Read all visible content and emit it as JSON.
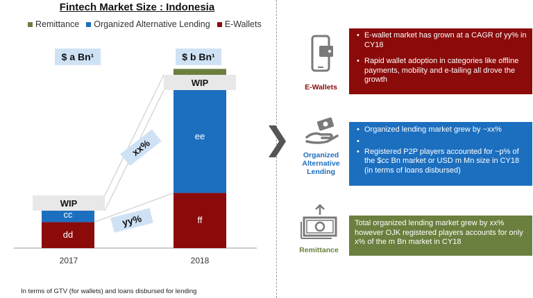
{
  "title": "Fintech Market Size : Indonesia",
  "colors": {
    "remittance": "#6b7f3e",
    "lending": "#1c6fbf",
    "ewallets": "#8b0a0a",
    "wip_box": "#e8e8e8",
    "size_box": "#cfe2f5",
    "remit_card": "#6b7f3e"
  },
  "chart_data": {
    "type": "bar",
    "stacked": true,
    "categories": [
      "2017",
      "2018"
    ],
    "series": [
      {
        "name": "E-Wallets",
        "values": [
          32,
          68
        ]
      },
      {
        "name": "Organized Alternative Lending",
        "values": [
          18,
          140
        ]
      },
      {
        "name": "Remittance",
        "values": [
          5,
          13
        ]
      }
    ],
    "segment_labels": {
      "2017": {
        "E-Wallets": "dd",
        "Organized Alternative Lending": "cc"
      },
      "2018": {
        "E-Wallets": "ff",
        "Organized Alternative Lending": "ee"
      }
    },
    "totals": [
      "$ a Bn¹",
      "$ b Bn¹"
    ],
    "callouts": [
      "WIP",
      "WIP"
    ],
    "growth_labels": [
      "xx%",
      "yy%"
    ],
    "legend": [
      "Remittance",
      "Organized Alternative Lending",
      "E-Wallets"
    ],
    "legend_position": "top",
    "grid": false
  },
  "footnote": "In terms of GTV (for wallets) and loans disbursed for lending",
  "panels": [
    {
      "label": "E-Wallets",
      "icon": "wallet-phone-icon",
      "bullets": [
        "E-wallet market has grown at a CAGR of yy% in CY18",
        "Rapid wallet adoption in categories like offline payments, mobility and e-tailing all drove the growth"
      ]
    },
    {
      "label": "Organized Alternative Lending",
      "icon": "hand-money-icon",
      "bullets": [
        "Organized lending market grew by ~xx%",
        "",
        "Registered P2P players accounted for ~p% of the $cc Bn market or USD m Mn size in CY18  (in terms of loans disbursed)"
      ]
    },
    {
      "label": "Remittance",
      "icon": "cash-transfer-icon",
      "text": "Total organized lending market grew by xx% however OJK registered  players accounts for only x% of the m Bn market in CY18"
    }
  ]
}
